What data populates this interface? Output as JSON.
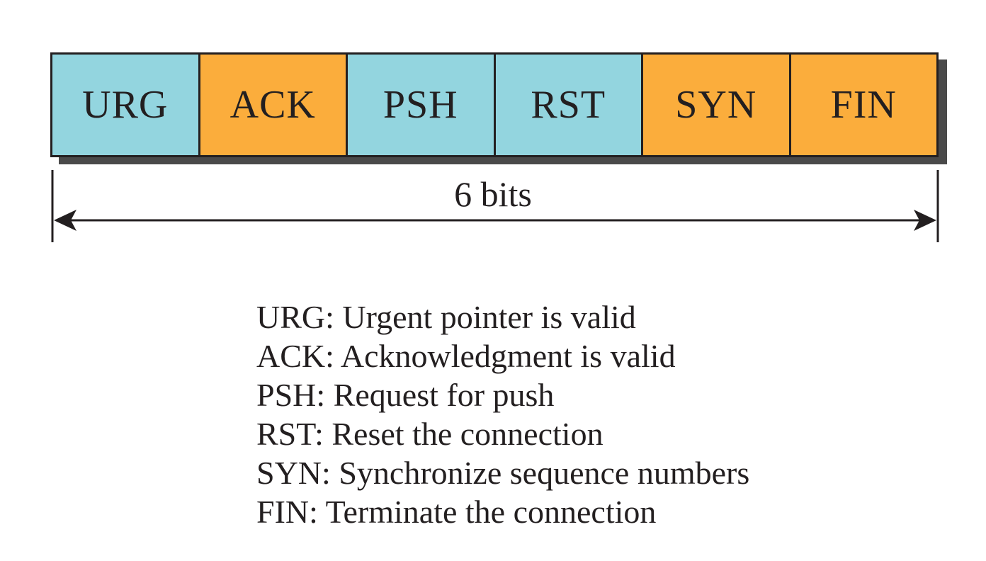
{
  "flags": [
    {
      "label": "URG",
      "color": "#93d5df"
    },
    {
      "label": "ACK",
      "color": "#fbad3c"
    },
    {
      "label": "PSH",
      "color": "#93d5df"
    },
    {
      "label": "RST",
      "color": "#93d5df"
    },
    {
      "label": "SYN",
      "color": "#fbad3c"
    },
    {
      "label": "FIN",
      "color": "#fbad3c"
    }
  ],
  "size_label": "6 bits",
  "legend": [
    {
      "abbr": "URG",
      "desc": "Urgent pointer is valid"
    },
    {
      "abbr": "ACK",
      "desc": "Acknowledgment is valid"
    },
    {
      "abbr": "PSH",
      "desc": "Request for push"
    },
    {
      "abbr": "RST",
      "desc": "Reset the connection"
    },
    {
      "abbr": "SYN",
      "desc": "Synchronize sequence numbers"
    },
    {
      "abbr": "FIN",
      "desc": "Terminate the connection"
    }
  ],
  "colors": {
    "teal": "#93d5df",
    "orange": "#fbad3c",
    "ink": "#231f20",
    "shadow": "#4a4a4a"
  }
}
